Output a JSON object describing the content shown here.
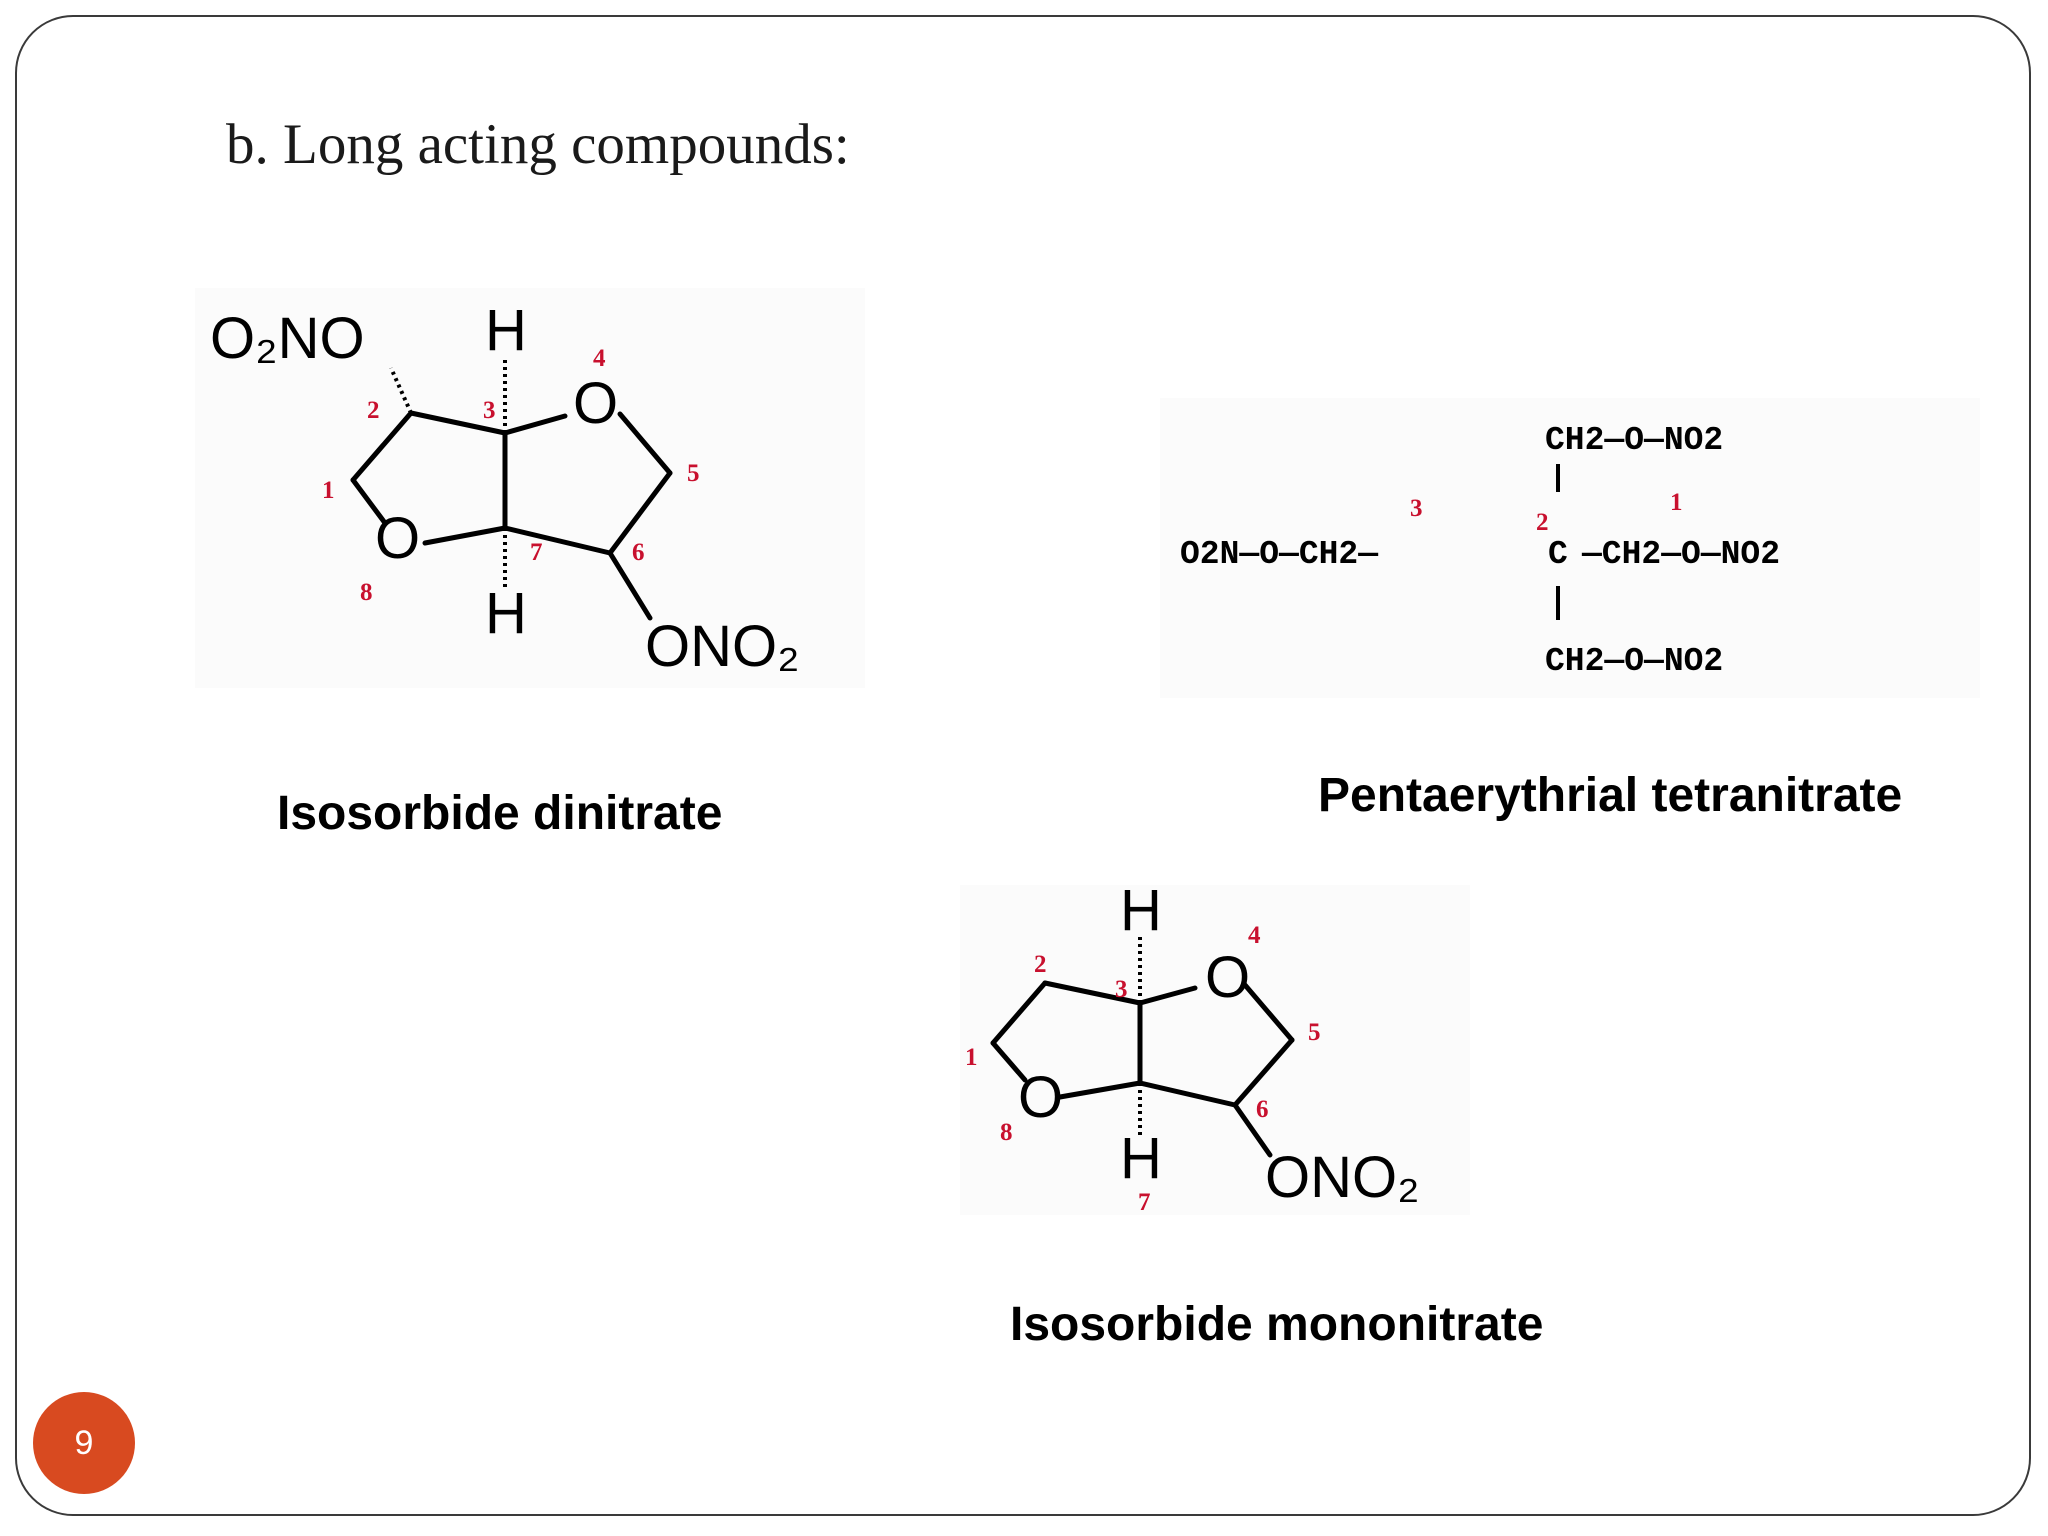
{
  "slide": {
    "title": "b. Long acting compounds:",
    "page_number": "9",
    "accent_color": "#d84a20"
  },
  "compounds": [
    {
      "name": "Isosorbide dinitrate",
      "groups": {
        "top_left": "O₂NO",
        "top_h": "H",
        "bottom_h": "H",
        "bottom_right": "ONO₂",
        "o4": "O",
        "o8": "O"
      },
      "locants": [
        "1",
        "2",
        "3",
        "4",
        "5",
        "6",
        "7",
        "8"
      ]
    },
    {
      "name": "Pentaerythrial tetranitrate",
      "groups": {
        "left": "O2N—O—CH2—",
        "center": "C",
        "right": "—CH2—O—NO2",
        "top": "CH2—O—NO2",
        "bottom": "CH2—O—NO2"
      },
      "locants": [
        "1",
        "2",
        "3"
      ]
    },
    {
      "name": "Isosorbide mononitrate",
      "groups": {
        "top_h": "H",
        "bottom_h": "H",
        "bottom_right": "ONO₂",
        "o4": "O",
        "o8": "O"
      },
      "locants": [
        "1",
        "2",
        "3",
        "4",
        "5",
        "6",
        "7",
        "8"
      ]
    }
  ]
}
